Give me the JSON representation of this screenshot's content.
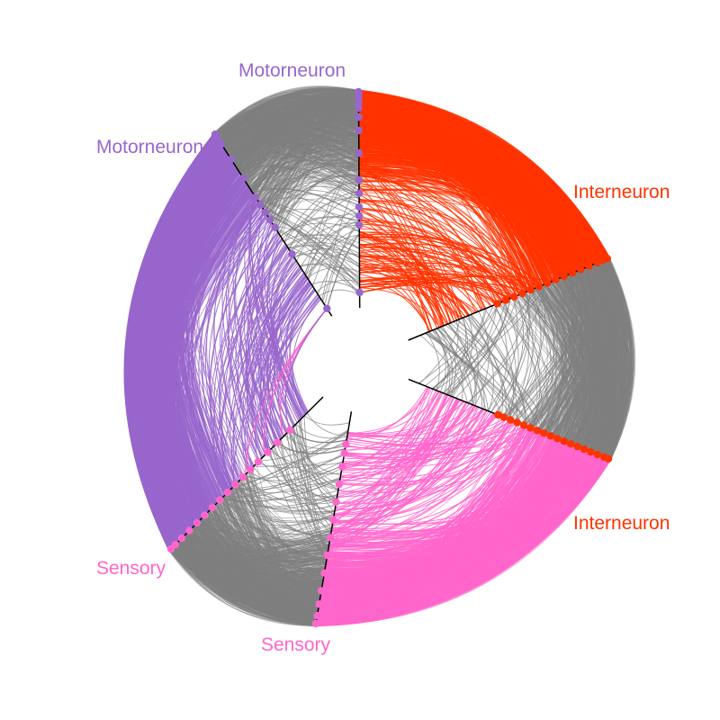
{
  "colors": {
    "background": "#ffffff",
    "axis": "#000000",
    "motorneuron": "#9966CC",
    "interneuron": "#FF3300",
    "sensory": "#FF66CC",
    "within_group_edge": "#808080"
  },
  "groups": [
    {
      "id": "motorneuron",
      "color": "#9966CC"
    },
    {
      "id": "interneuron",
      "color": "#FF3300"
    },
    {
      "id": "sensory",
      "color": "#FF66CC"
    }
  ],
  "labels": {
    "motor_top": "Motorneuron",
    "motor_left": "Motorneuron",
    "inter_top": "Interneuron",
    "inter_bottom": "Interneuron",
    "sensory_left": "Sensory",
    "sensory_bottom": "Sensory"
  }
}
